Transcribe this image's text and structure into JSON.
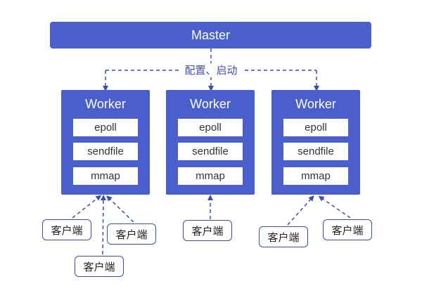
{
  "master": {
    "label": "Master"
  },
  "config_label": "配置、启动",
  "workers": [
    {
      "title": "Worker",
      "items": [
        "epoll",
        "sendfile",
        "mmap"
      ]
    },
    {
      "title": "Worker",
      "items": [
        "epoll",
        "sendfile",
        "mmap"
      ]
    },
    {
      "title": "Worker",
      "items": [
        "epoll",
        "sendfile",
        "mmap"
      ]
    }
  ],
  "clients": [
    "客户端",
    "客户端",
    "客户端",
    "客户端",
    "客户端",
    "客户端"
  ],
  "colors": {
    "box": "#4a5fcb",
    "line": "#3e4fa8"
  }
}
